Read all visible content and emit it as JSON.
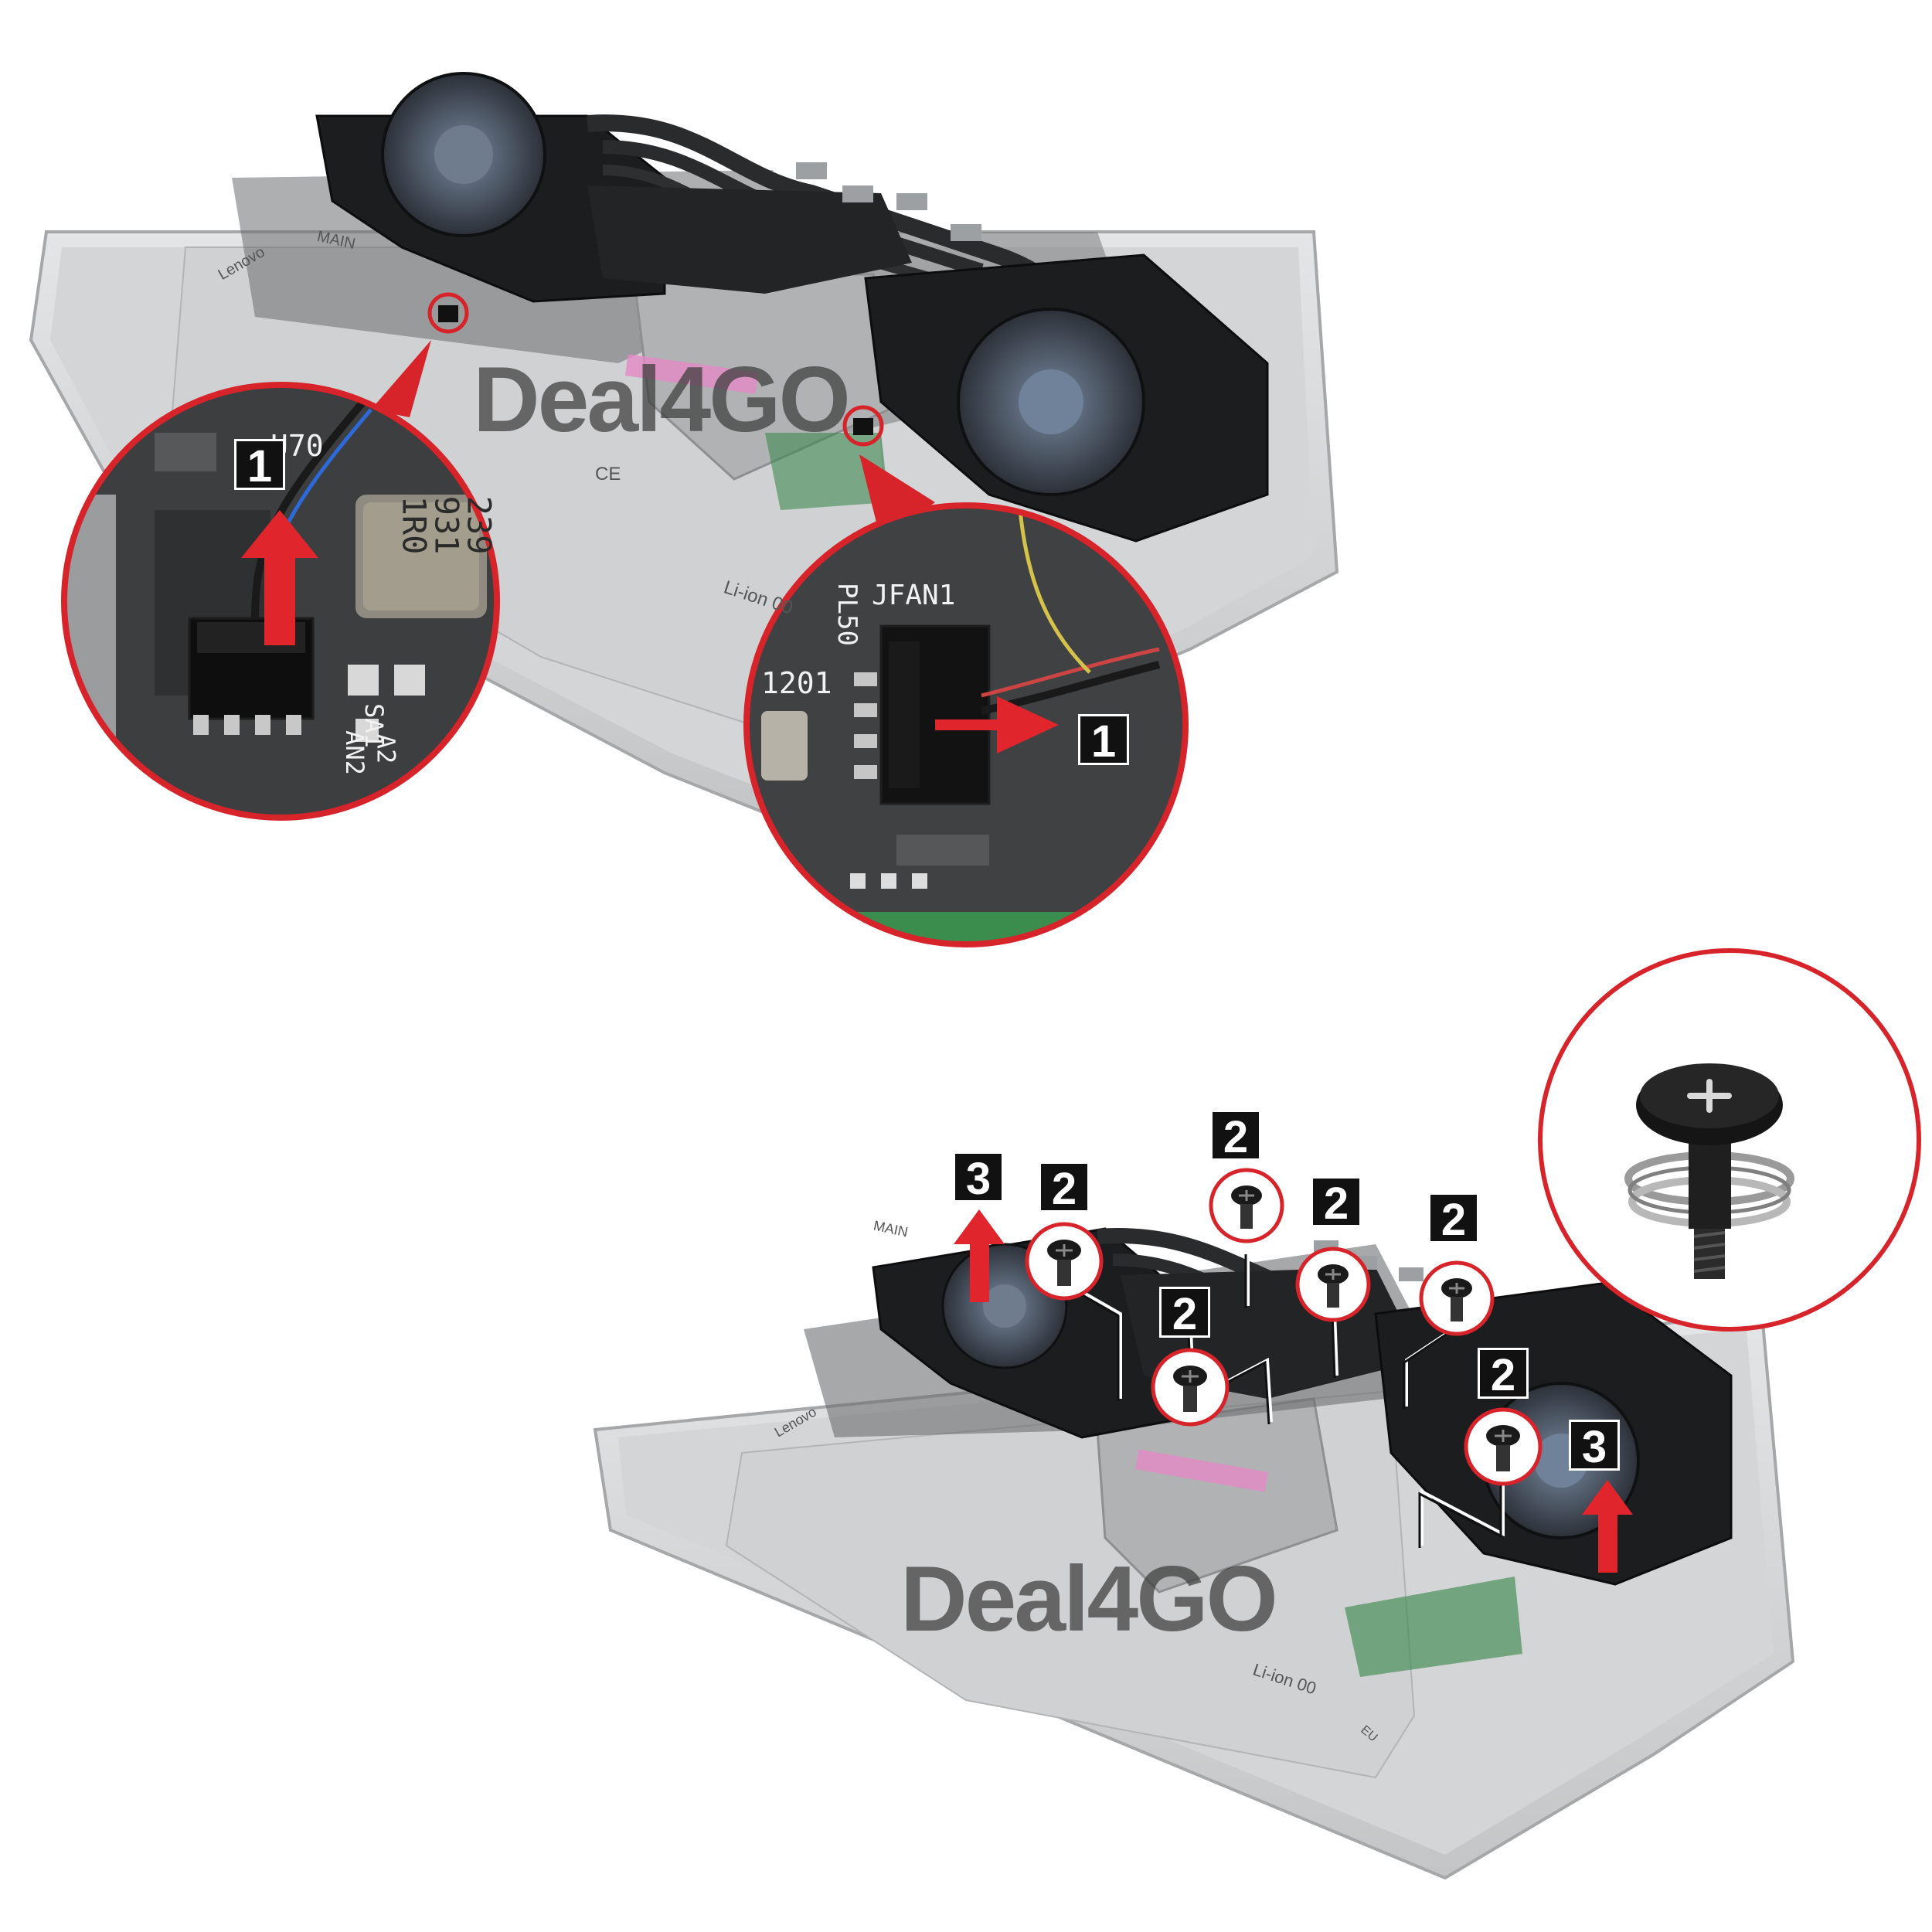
{
  "watermark": "Deal4GO",
  "steps": {
    "disconnect": "1",
    "remove_screws": "2",
    "lift": "3"
  },
  "board_labels": {
    "main": "MAIN",
    "brand": "Lenovo",
    "jfan1": "JFAN1",
    "pl50": "PL50",
    "inductor_line1": "1R0",
    "inductor_line2": "931",
    "inductor_line3": "239",
    "battery_type": "Li-ion 00",
    "j1201": "1201",
    "fan2": "AN2",
    "sa1": "SA1",
    "a2": "A2",
    "u70": "U70",
    "eu": "EU",
    "ce": "CE"
  },
  "colors": {
    "callout_red": "#d7232a",
    "arrow_red": "#e0262c",
    "badge_black": "#111111",
    "pcb_dark": "#3d3f3f",
    "chassis_gray": "#c9cbcc",
    "heatsink_black": "#1c1d1f",
    "fan_blue": "#5f6e80"
  }
}
